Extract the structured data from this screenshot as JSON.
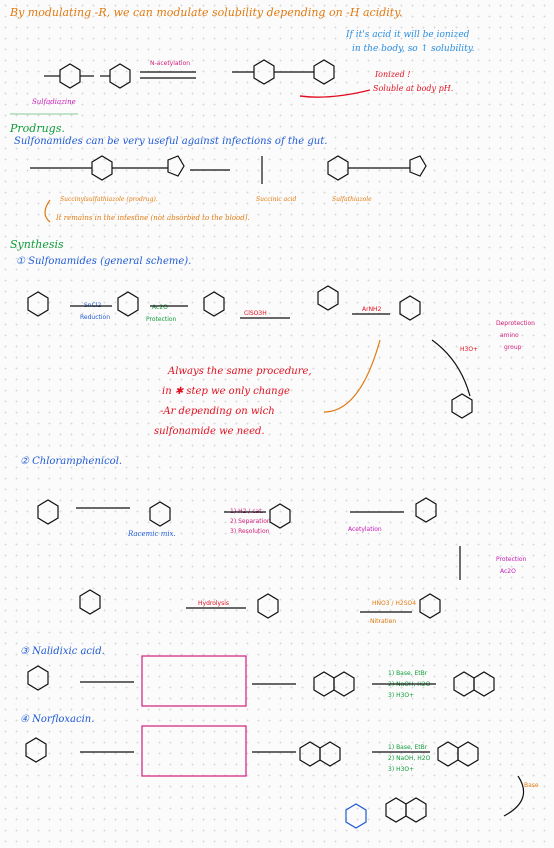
{
  "intro": {
    "line": "By modulating -R, we can modulate solubility depending on -H acidity.",
    "note1": "If it's acid it will be ionized",
    "note2": "in the body, so ↑ solubility.",
    "reaction_label": "N-acetylation",
    "sulfa_name": "Sulfadiazine",
    "ionized": "Ionized !",
    "soluble": "Soluble at body pH."
  },
  "prodrugs": {
    "title": "Prodrugs.",
    "desc": "Sulfonamides can be very useful against infections of the gut.",
    "prodrug_name": "Succinylsulfathiazole (prodrug).",
    "acid_name": "Succinic acid",
    "drug_name": "Sulfathiazole",
    "note": "It remains in the intestine (not absorbed to the blood)."
  },
  "synthesis": {
    "title": "Synthesis",
    "s1": "① Sulfonamides (general scheme).",
    "reagents": [
      "SnCl2",
      "Reduction",
      "Ac2O",
      "Protection",
      "ClSO3H",
      "ArNH2",
      "H3O+"
    ],
    "deprotection": [
      "Deprotection",
      "amino",
      "group"
    ],
    "explain": [
      "Always the same procedure,",
      "in ✱ step we only change",
      "-Ar depending on wich",
      "sulfonamide we need."
    ],
    "s2": "② Chloramphenicol.",
    "chl_reagents": [
      "1) H2 / cat.",
      "2) Separation",
      "3) Resolution",
      "Acetylation",
      "Protection",
      "Ac2O",
      "Hydrolysis",
      "HNO3 / H2SO4",
      "Nitration"
    ],
    "racemic": "Racemic mix.",
    "s3": "③ Nalidixic acid.",
    "s4": "④ Norfloxacin.",
    "quin_reagents": [
      "1) Base, EtBr",
      "2) NaOH, H2O",
      "3) H3O+"
    ],
    "base": "Base"
  }
}
